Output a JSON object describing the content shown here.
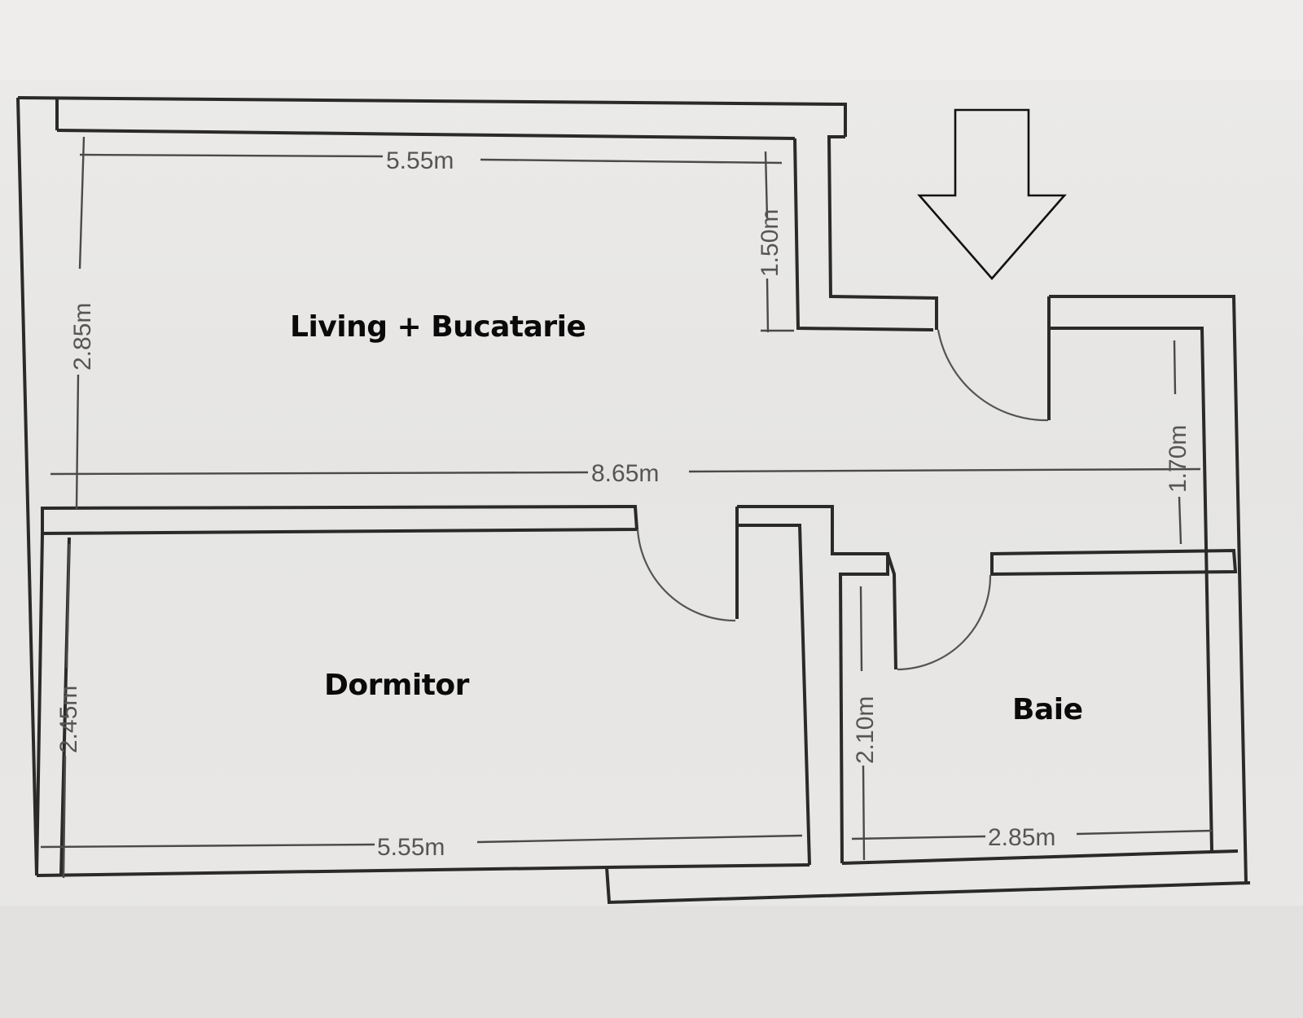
{
  "floor_plan": {
    "rooms": [
      {
        "id": "living",
        "label": "Living + Bucatarie"
      },
      {
        "id": "dormitor",
        "label": "Dormitor"
      },
      {
        "id": "baie",
        "label": "Baie"
      }
    ],
    "dimensions": {
      "living_width_top": "5.55m",
      "living_height_left": "2.85m",
      "entry_notch_height": "1.50m",
      "overall_width": "8.65m",
      "hall_height_right": "1.70m",
      "dormitor_height_left": "2.45m",
      "dormitor_width_bottom": "5.55m",
      "baie_height_left": "2.10m",
      "baie_width_bottom": "2.85m"
    },
    "entrance_marker": {
      "icon": "down-arrow-icon"
    },
    "colors": {
      "paper": "#e9e8e6",
      "wall": "#2a2a2a",
      "dimension": "#555555",
      "label": "#0a0a0a"
    }
  }
}
